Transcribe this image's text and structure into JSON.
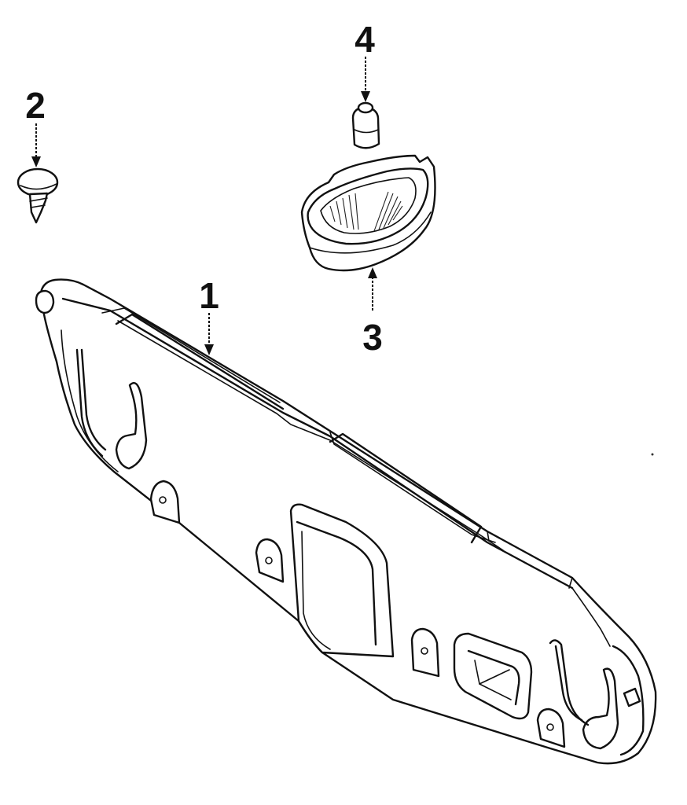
{
  "callouts": [
    {
      "id": "1",
      "label": "1"
    },
    {
      "id": "2",
      "label": "2"
    },
    {
      "id": "3",
      "label": "3"
    },
    {
      "id": "4",
      "label": "4"
    }
  ],
  "parts": {
    "trim_panel": "1",
    "push_clip": "2",
    "lamp_housing": "3",
    "bulb": "4"
  }
}
